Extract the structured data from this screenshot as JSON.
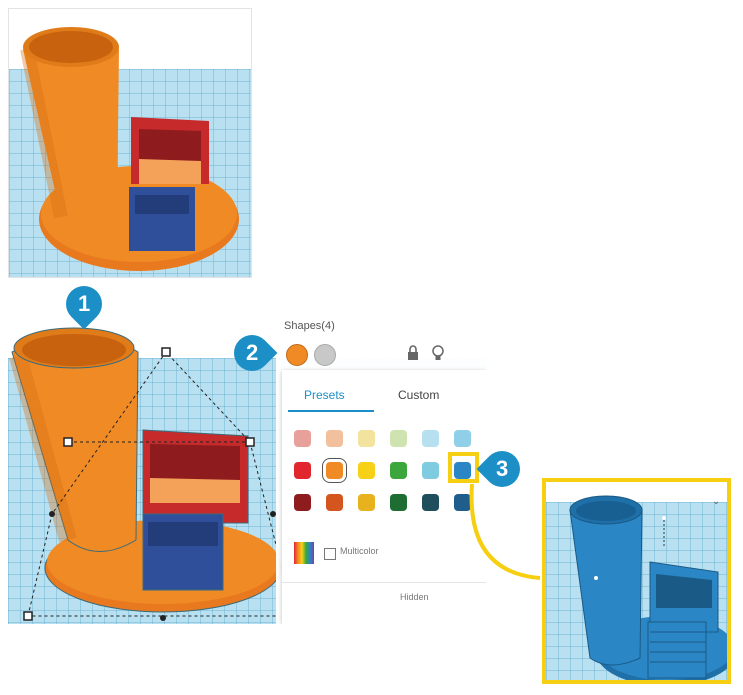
{
  "callouts": {
    "one": "1",
    "two": "2",
    "three": "3"
  },
  "inspector": {
    "title": "Shapes(4)",
    "tab_presets": "Presets",
    "tab_custom": "Custom",
    "multicolor_label": "Multicolor",
    "hidden_label": "Hidden"
  },
  "colors": {
    "accent": "#1d8fc7",
    "highlight": "#f6cf12",
    "shape_orange": "#f08a24",
    "shape_red": "#c62a2a",
    "shape_blue": "#2f4f9a",
    "selected_blue": "#2a86c4",
    "swatch_row1": [
      "#e8a19a",
      "#f2c09c",
      "#f2e39e",
      "#cfe3b0",
      "#b6e0f0",
      "#8fcfe8"
    ],
    "swatch_row2": [
      "#e2262d",
      "#f08a24",
      "#f7d117",
      "#3aa63c",
      "#7fcbe0",
      "#2a86c4"
    ],
    "swatch_row3": [
      "#8e1c1f",
      "#d4561e",
      "#e8b21e",
      "#1e6e34",
      "#1f4e5c",
      "#1f5e8c"
    ]
  },
  "icons": [
    "lock-icon",
    "lightbulb-icon",
    "rainbow-icon",
    "checkbox-icon",
    "chevron-down-icon"
  ]
}
